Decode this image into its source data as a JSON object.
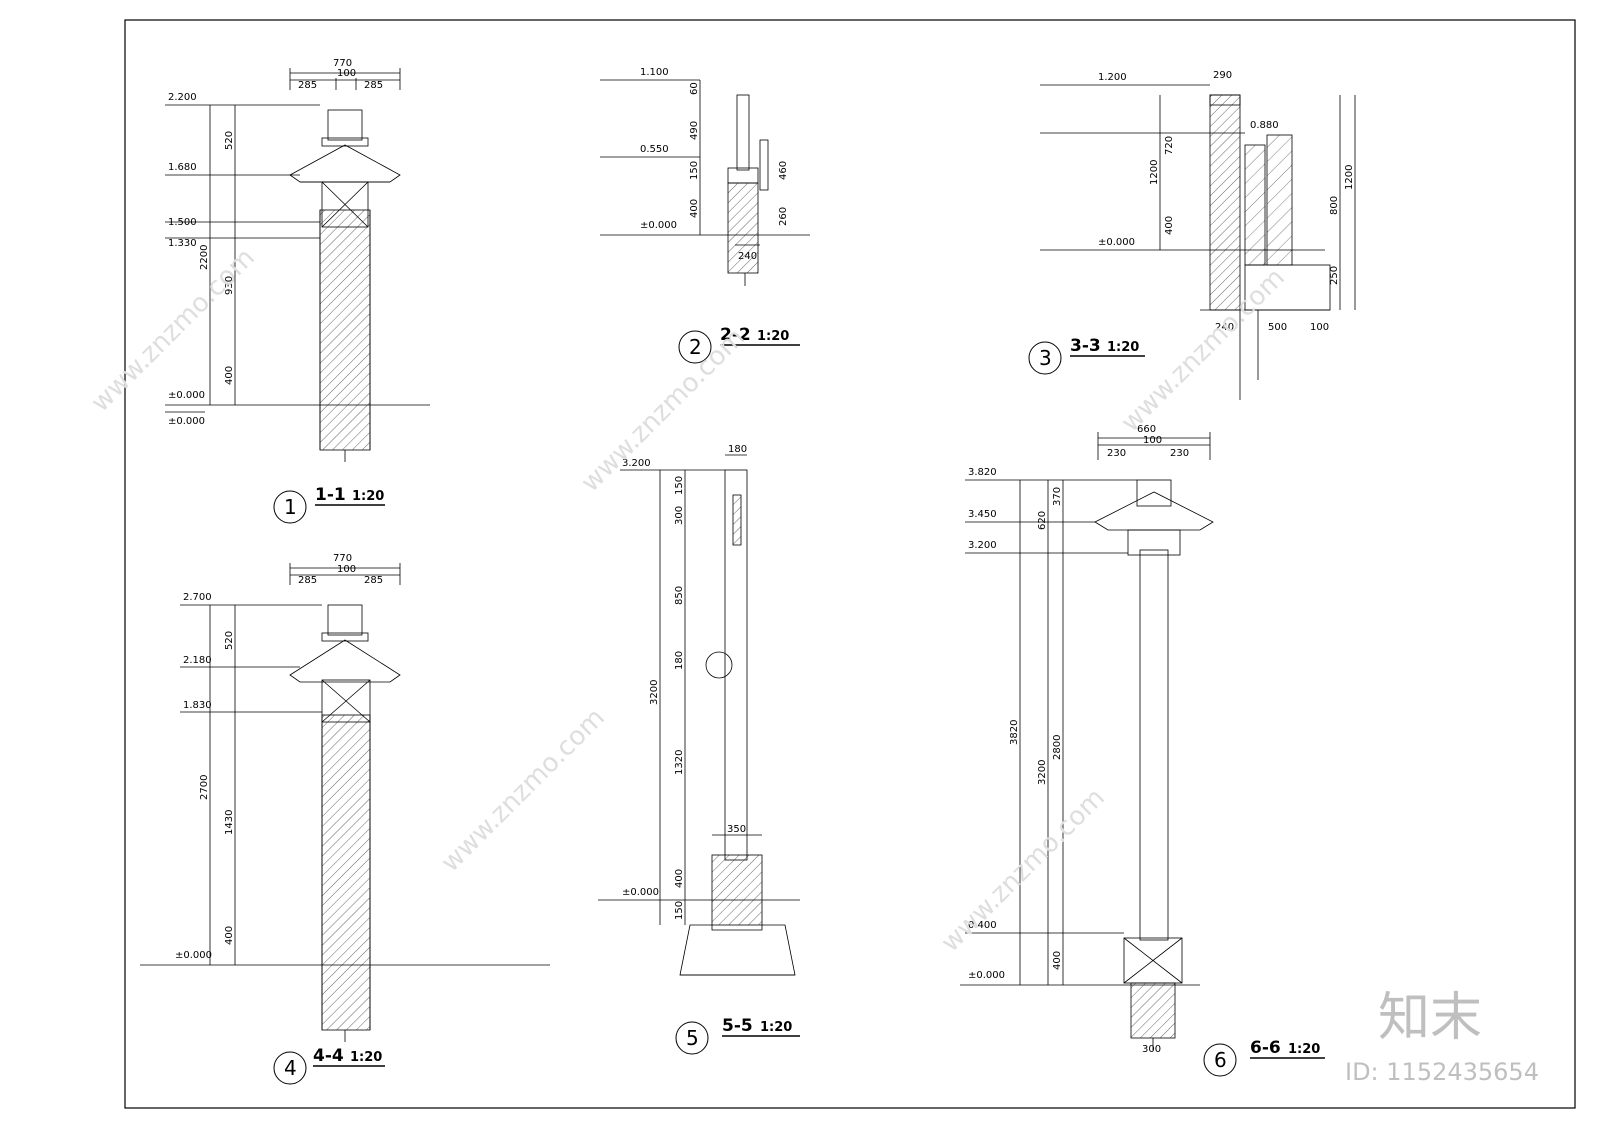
{
  "sections": [
    {
      "num": "1",
      "title": "1-1",
      "scale": "1:20",
      "dims_top": [
        "770",
        "285",
        "100",
        "285"
      ],
      "dims_left": [
        "520",
        "2200",
        "930",
        "400"
      ],
      "elevs": [
        "2.200",
        "1.680",
        "1.500",
        "1.330",
        "±0.000",
        "±0.000"
      ]
    },
    {
      "num": "2",
      "title": "2-2",
      "scale": "1:20",
      "dims": [
        "60",
        "490",
        "150",
        "400",
        "460",
        "260",
        "240"
      ],
      "elevs": [
        "1.100",
        "0.550",
        "±0.000"
      ]
    },
    {
      "num": "3",
      "title": "3-3",
      "scale": "1:20",
      "dims": [
        "290",
        "1200",
        "720",
        "400",
        "1200",
        "800",
        "250",
        "240",
        "500",
        "100"
      ],
      "elevs": [
        "1.200",
        "0.880",
        "±0.000"
      ]
    },
    {
      "num": "4",
      "title": "4-4",
      "scale": "1:20",
      "dims_top": [
        "770",
        "285",
        "100",
        "285"
      ],
      "dims_left": [
        "520",
        "2700",
        "1430",
        "400"
      ],
      "elevs": [
        "2.700",
        "2.180",
        "1.830",
        "±0.000"
      ]
    },
    {
      "num": "5",
      "title": "5-5",
      "scale": "1:20",
      "dims": [
        "180",
        "150",
        "300",
        "850",
        "180",
        "3200",
        "1320",
        "400",
        "150",
        "350"
      ],
      "elevs": [
        "3.200",
        "±0.000"
      ]
    },
    {
      "num": "6",
      "title": "6-6",
      "scale": "1:20",
      "dims_top": [
        "660",
        "230",
        "100",
        "230"
      ],
      "dims_left": [
        "620",
        "370",
        "3820",
        "3200",
        "2800",
        "400",
        "300"
      ],
      "elevs": [
        "3.820",
        "3.450",
        "3.200",
        "0.400",
        "±0.000"
      ]
    }
  ],
  "watermark_id": "ID: 1152435654",
  "brand": "知末",
  "site": "www.znzmo.com",
  "colors": {
    "line": "#000000",
    "hatch": "#000000",
    "watermark": "#bfbfbf"
  }
}
